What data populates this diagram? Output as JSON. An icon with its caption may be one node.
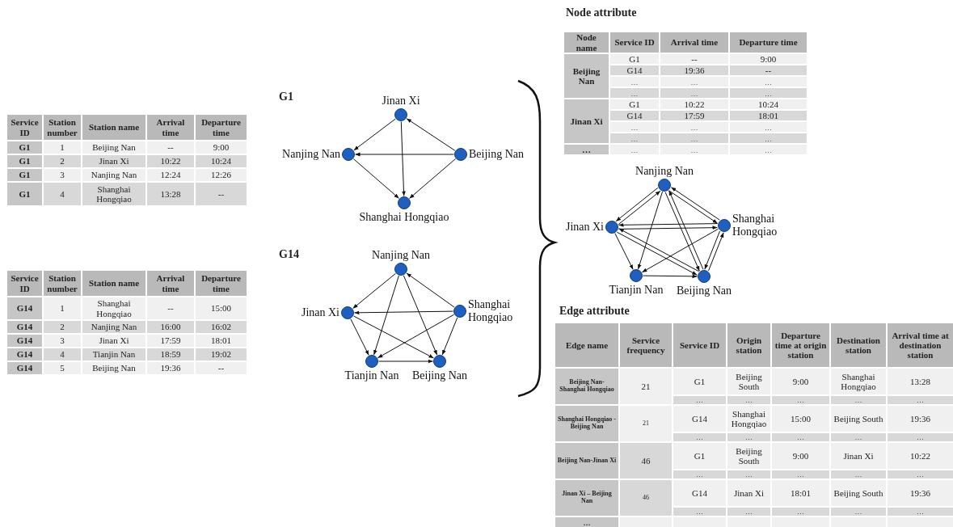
{
  "diagram": {
    "nodes": [
      {
        "text": [
          "Jinan Xi"
        ]
      },
      {
        "text": [
          "Nanjing Nan"
        ]
      },
      {
        "text": [
          "Beijing Nan"
        ]
      },
      {
        "text": [
          "Shanghai Hongqiao"
        ]
      },
      {
        "text": [
          "Nanjing Nan"
        ]
      },
      {
        "text": [
          "Jinan Xi"
        ]
      },
      {
        "text": [
          "Shanghai Hongqiao"
        ]
      },
      {
        "text": [
          "Tianjin Nan"
        ]
      },
      {
        "text": [
          "Beijing Nan"
        ]
      },
      {
        "text": [
          "Nanjing Nan"
        ]
      },
      {
        "text": [
          "Jinan Xi"
        ]
      },
      {
        "text": [
          "Shanghai Hongqiao"
        ]
      },
      {
        "text": [
          "Tianjin Nan"
        ]
      },
      {
        "text": [
          "Beijing Nan"
        ]
      }
    ],
    "edges": [
      {
        "from": 2,
        "to": 0,
        "arrow": "to"
      },
      {
        "from": 2,
        "to": 1,
        "arrow": "to"
      },
      {
        "from": 2,
        "to": 3,
        "arrow": "to"
      },
      {
        "from": 0,
        "to": 1,
        "arrow": "to"
      },
      {
        "from": 0,
        "to": 3,
        "arrow": "to"
      },
      {
        "from": 1,
        "to": 3,
        "arrow": "to"
      },
      {
        "from": 6,
        "to": 4,
        "arrow": "to"
      },
      {
        "from": 6,
        "to": 5,
        "arrow": "to"
      },
      {
        "from": 6,
        "to": 7,
        "arrow": "to"
      },
      {
        "from": 6,
        "to": 8,
        "arrow": "to"
      },
      {
        "from": 4,
        "to": 5,
        "arrow": "to"
      },
      {
        "from": 4,
        "to": 7,
        "arrow": "to"
      },
      {
        "from": 4,
        "to": 8,
        "arrow": "to"
      },
      {
        "from": 5,
        "to": 7,
        "arrow": "to"
      },
      {
        "from": 5,
        "to": 8,
        "arrow": "to"
      },
      {
        "from": 7,
        "to": 8,
        "arrow": "to"
      },
      {
        "from": 13,
        "to": 10,
        "arrow": "to"
      },
      {
        "from": 13,
        "to": 9,
        "arrow": "to"
      },
      {
        "from": 13,
        "to": 11,
        "arrow": "to"
      },
      {
        "from": 10,
        "to": 9,
        "arrow": "to"
      },
      {
        "from": 10,
        "to": 11,
        "arrow": "to"
      },
      {
        "from": 9,
        "to": 11,
        "arrow": "to"
      },
      {
        "from": 11,
        "to": 9,
        "arrow": "to"
      },
      {
        "from": 11,
        "to": 10,
        "arrow": "to"
      },
      {
        "from": 11,
        "to": 12,
        "arrow": "to"
      },
      {
        "from": 11,
        "to": 13,
        "arrow": "to"
      },
      {
        "from": 9,
        "to": 10,
        "arrow": "to"
      },
      {
        "from": 9,
        "to": 12,
        "arrow": "to"
      },
      {
        "from": 9,
        "to": 13,
        "arrow": "to"
      },
      {
        "from": 10,
        "to": 12,
        "arrow": "to"
      },
      {
        "from": 10,
        "to": 13,
        "arrow": "to"
      },
      {
        "from": 12,
        "to": 13,
        "arrow": "to"
      }
    ],
    "labels": [
      "Service ID",
      "Station number",
      "Station name",
      "Arrival time",
      "Departure time",
      "G1",
      "1",
      "Beijing Nan",
      "--",
      "9:00",
      "G1",
      "2",
      "Jinan Xi",
      "10:22",
      "10:24",
      "G1",
      "3",
      "Nanjing Nan",
      "12:24",
      "12:26",
      "G1",
      "4",
      "Shanghai Hongqiao",
      "13:28",
      "--",
      "Service ID",
      "Station number",
      "Station name",
      "Arrival time",
      "Departure time",
      "G14",
      "1",
      "Shanghai Hongqiao",
      "--",
      "15:00",
      "G14",
      "2",
      "Nanjing Nan",
      "16:00",
      "16:02",
      "G14",
      "3",
      "Jinan Xi",
      "17:59",
      "18:01",
      "G14",
      "4",
      "Tianjin Nan",
      "18:59",
      "19:02",
      "G14",
      "5",
      "Beijing Nan",
      "19:36",
      "--",
      "G1",
      "G14",
      "Node attribute",
      "Node name",
      "Service ID",
      "Arrival time",
      "Departure time",
      "Beijing Nan",
      "G1",
      "--",
      "9:00",
      "G14",
      "19:36",
      "--",
      "…",
      "…",
      "…",
      "…",
      "…",
      "…",
      "Jinan Xi",
      "G1",
      "10:22",
      "10:24",
      "G14",
      "17:59",
      "18:01",
      "…",
      "…",
      "…",
      "…",
      "…",
      "…",
      "…",
      "…",
      "…",
      "…",
      "Edge attribute",
      "Edge name",
      "Service frequency",
      "Service ID",
      "Origin station",
      "Departure time at origin station",
      "Destination station",
      "Arrival time at destination station",
      "Beijing Nan-Shanghai Hongqiao",
      "21",
      "G1",
      "Beijing South",
      "9:00",
      "Shanghai Hongqiao",
      "13:28",
      "…",
      "…",
      "…",
      "…",
      "…",
      "Shanghai Hongqiao -Beijing Nan",
      "21",
      "G14",
      "Shanghai Hongqiao",
      "15:00",
      "Beijing South",
      "19:36",
      "…",
      "…",
      "…",
      "…",
      "…",
      "Beijing Nan-Jinan Xi",
      "46",
      "G1",
      "Beijing South",
      "9:00",
      "Jinan Xi",
      "10:22",
      "…",
      "…",
      "…",
      "…",
      "…",
      "Jinan Xi – Beijing Nan",
      "46",
      "G14",
      "Jinan Xi",
      "18:01",
      "Beijing South",
      "19:36",
      "…",
      "…",
      "…",
      "…",
      "…",
      "…"
    ]
  }
}
